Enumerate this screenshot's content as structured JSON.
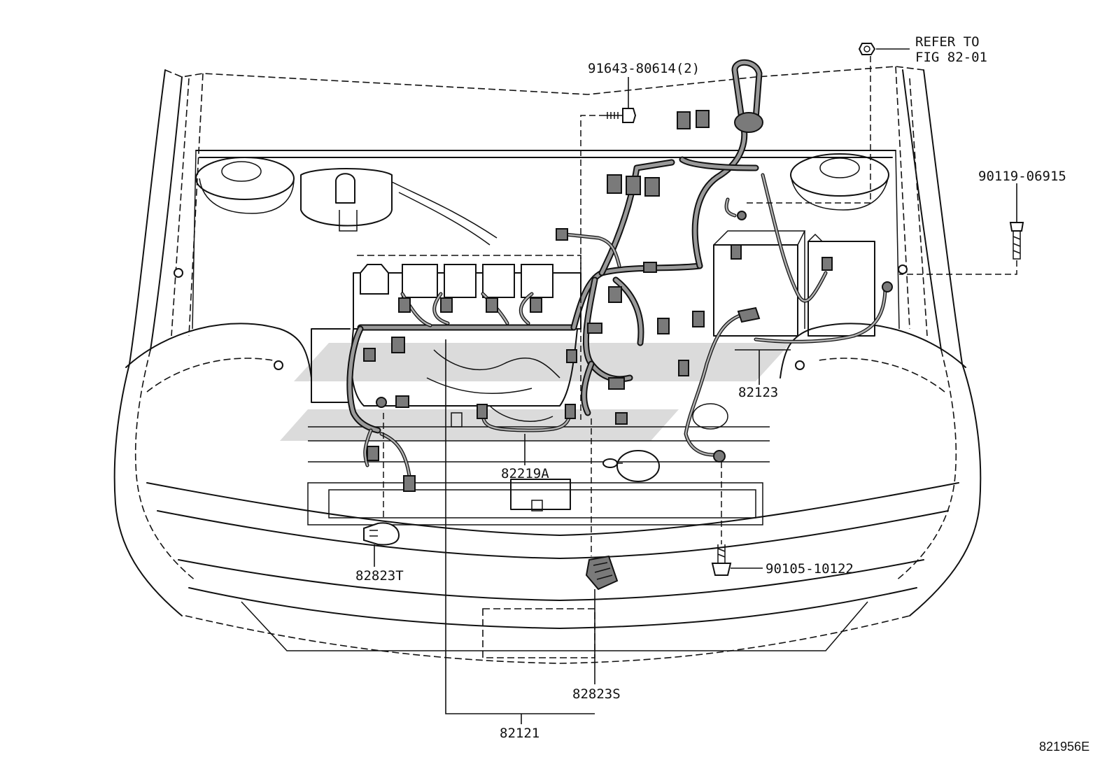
{
  "diagram": {
    "figure_code": "821956E",
    "callouts": {
      "bolt_top": "91643-80614(2)",
      "refer_line1": "REFER TO",
      "refer_line2": "FIG 82-01",
      "bolt_right": "90119-06915",
      "harness_battery": "82123",
      "harness_sensor": "82219A",
      "bolt_ground": "90105-10122",
      "connector_left": "82823T",
      "connector_center": "82823S",
      "harness_main": "82121"
    }
  }
}
